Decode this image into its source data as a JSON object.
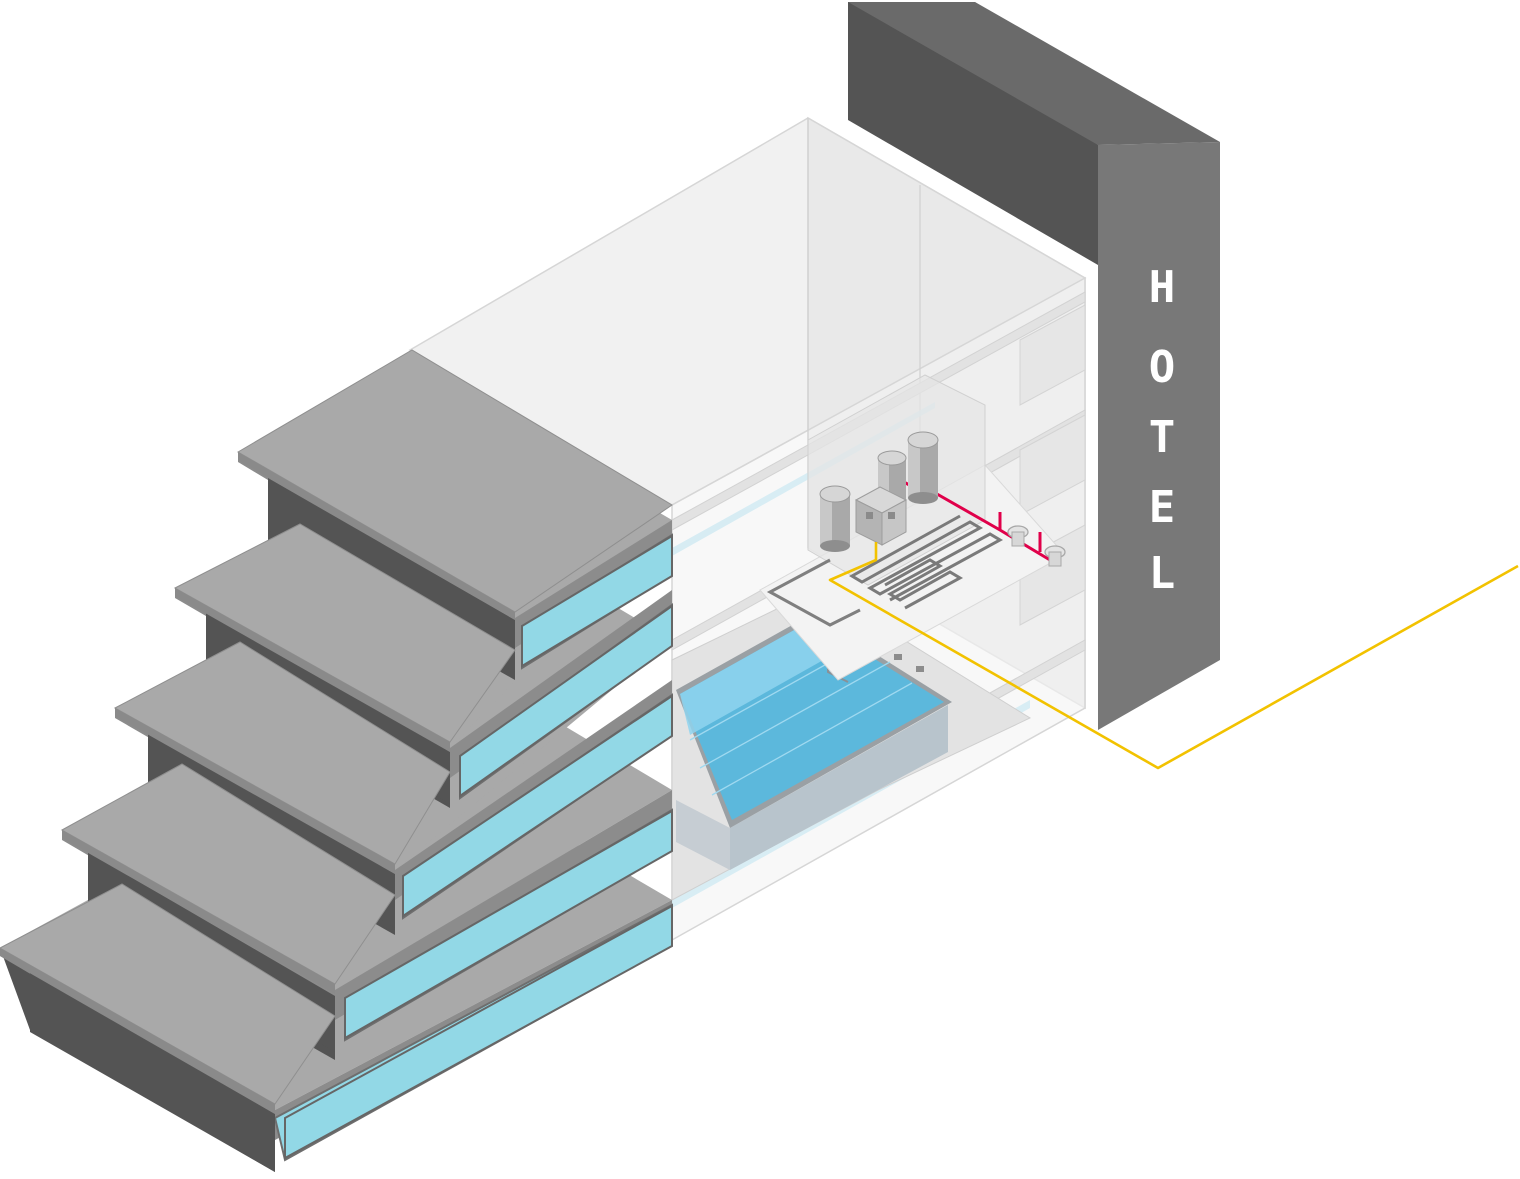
{
  "sign": {
    "text": "HOTEL",
    "letters": [
      "H",
      "O",
      "T",
      "E",
      "L"
    ]
  },
  "colors": {
    "background": "#ffffff",
    "slab_top": "#a9a9a9",
    "slab_side": "#545454",
    "window_glass": "#92d8e6",
    "glass_box": "#eeeeee",
    "pool_water": "#5cb8dc",
    "sign_front": "#787878",
    "sign_side": "#545454",
    "sign_text": "#ffffff",
    "geothermal_line": "#f2c200",
    "hot_water_pipe": "#e0004a",
    "equipment": "#bdbdbd"
  },
  "icons": {
    "tanks": "water-tank-icon",
    "heat_pump": "heat-pump-icon",
    "underfloor_coil": "underfloor-heating-coil-icon",
    "sinks": "sink-icon"
  },
  "floors_count": 5
}
